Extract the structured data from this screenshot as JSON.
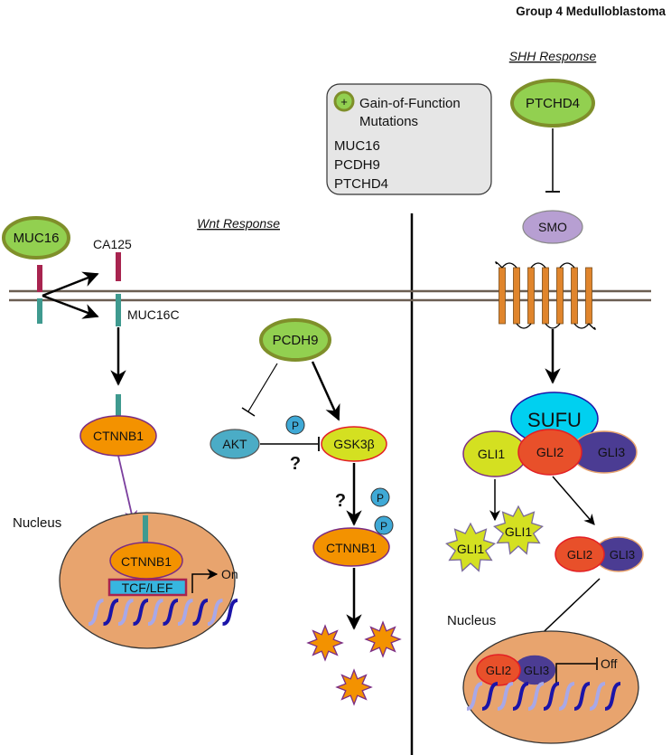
{
  "title": "Group 4 Medulloblastoma",
  "sections": {
    "wnt": "Wnt Response",
    "shh": "SHH Response"
  },
  "legend": {
    "symbol": "+",
    "heading_line1": "Gain-of-Function",
    "heading_line2": "Mutations",
    "genes": [
      "MUC16",
      "PCDH9",
      "PTCHD4"
    ]
  },
  "wnt_pathway": {
    "muc16": "MUC16",
    "ca125": "CA125",
    "muc16c": "MUC16C",
    "ctnnb1_cytoplasm": "CTNNB1",
    "nucleus_label": "Nucleus",
    "ctnnb1_nucleus": "CTNNB1",
    "tcf_lef": "TCF/LEF",
    "on": "On",
    "pcdh9": "PCDH9",
    "akt": "AKT",
    "gsk3b": "GSK3β",
    "phospho": "P",
    "question": "?",
    "ctnnb1_phospho": "CTNNB1"
  },
  "shh_pathway": {
    "ptchd4": "PTCHD4",
    "smo": "SMO",
    "sufu": "SUFU",
    "gli1": "GLI1",
    "gli2": "GLI2",
    "gli3": "GLI3",
    "gli1_degraded_a": "GLI1",
    "gli1_degraded_b": "GLI1",
    "gli2_repressor": "GLI2",
    "gli3_repressor": "GLI3",
    "nucleus_label": "Nucleus",
    "gli2_nucleus": "GLI2",
    "gli3_nucleus": "GLI3",
    "off": "Off"
  },
  "colors": {
    "green_fill": "#92D050",
    "green_border": "#7F8F2A",
    "ctnnb1_fill": "#F39200",
    "ctnnb1_border": "#7B2C83",
    "nucleus_fill": "#E8A46E",
    "akt_fill": "#4BACC6",
    "gsk_fill": "#D4E021",
    "gsk_border": "#E31E24",
    "smo_fill": "#B79FD2",
    "sufu_fill": "#00D0F0",
    "gli1_fill": "#D4E021",
    "gli2_fill": "#E8502A",
    "gli3_fill": "#4B3C93",
    "phospho_fill": "#3FA9D6",
    "receptor_fill": "#E0852C",
    "membrane": "#6B5E52",
    "muc_red": "#A8244F",
    "muc_teal": "#3F9A8F",
    "dna_dark": "#1B14A8",
    "dna_light": "#A8A8E8",
    "tcf_fill": "#37B6E0",
    "tcf_border": "#A8244F",
    "degraded_fill": "#F39200",
    "degraded_border": "#7B2C83"
  }
}
